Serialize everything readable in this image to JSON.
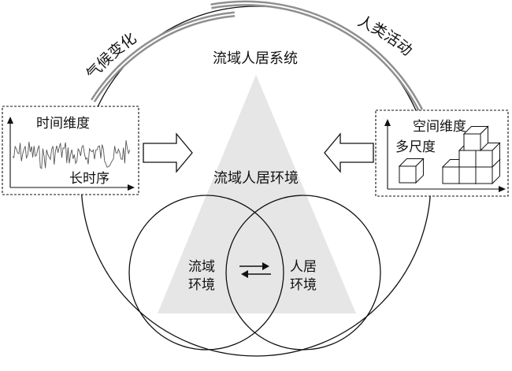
{
  "diagram": {
    "arc_left_label": "气候变化",
    "arc_right_label": "人类活动",
    "system_title": "流域人居系统",
    "environment_title": "流域人居环境",
    "time_box": {
      "title": "时间维度",
      "subtitle": "长时序"
    },
    "space_box": {
      "title": "空间维度",
      "subtitle": "多尺度"
    },
    "left_circle": {
      "line1": "流域",
      "line2": "环境"
    },
    "right_circle": {
      "line1": "人居",
      "line2": "环境"
    },
    "colors": {
      "stroke": "#111111",
      "arc_gray": "#8f8f8f",
      "triangle_gray": "#e6e6e6"
    }
  }
}
